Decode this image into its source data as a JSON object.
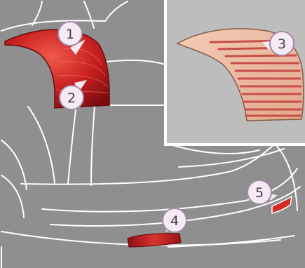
{
  "callouts": [
    {
      "label": "1",
      "part": "tail-lamp-upper"
    },
    {
      "label": "2",
      "part": "tail-lamp-lower"
    },
    {
      "label": "3",
      "part": "tail-lamp-led-inset"
    },
    {
      "label": "4",
      "part": "rear-fog-lamp"
    },
    {
      "label": "5",
      "part": "rear-reflector"
    }
  ],
  "colors": {
    "background": "#8f8f8f",
    "outline": "#ffffff",
    "lamp_red": "#c81f1f",
    "lamp_dark_red": "#7a0c10",
    "inset_background": "#bdbdbd",
    "inset_lens": "#e8b49c",
    "inset_led": "#c84e46",
    "callout_fill": "#f4ebf4",
    "callout_border": "#a489a6"
  }
}
